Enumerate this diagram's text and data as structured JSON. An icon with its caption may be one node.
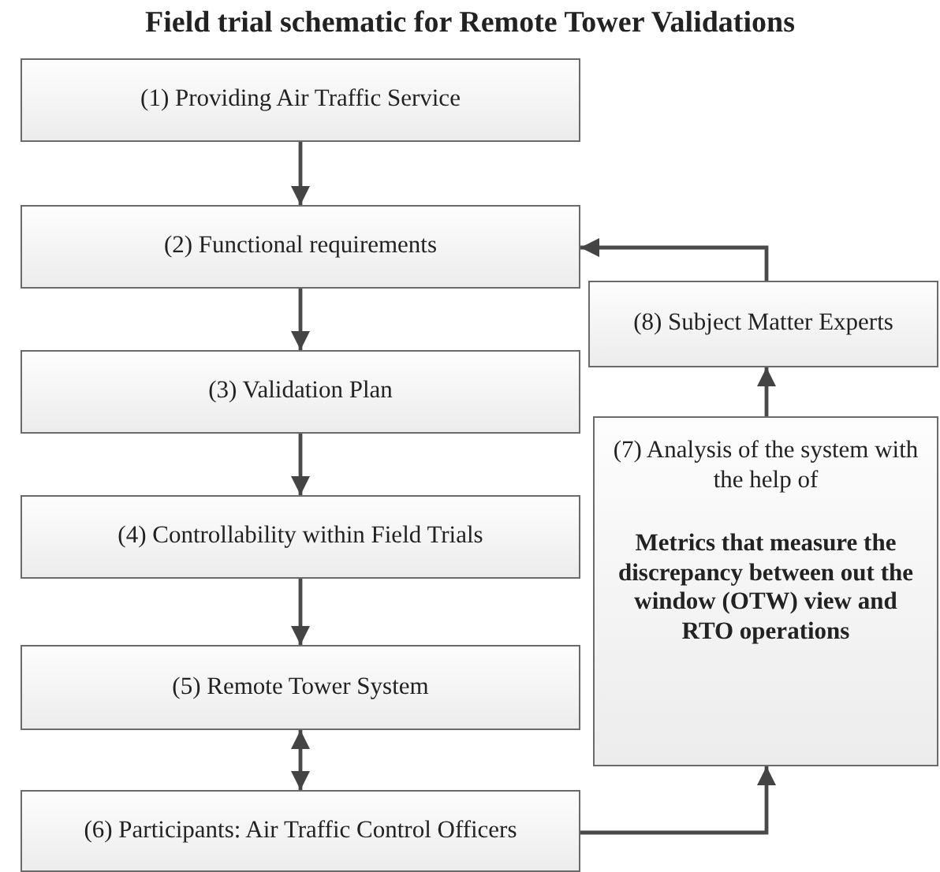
{
  "diagram": {
    "title": "Field trial schematic for Remote Tower Validations",
    "nodes": [
      {
        "text": [
          "(1) Providing Air Traffic Service"
        ]
      },
      {
        "text": [
          "(2) Functional requirements"
        ]
      },
      {
        "text": [
          "(3) Validation Plan"
        ]
      },
      {
        "text": [
          "(4) Controllability within Field Trials"
        ]
      },
      {
        "text": [
          "(5) Remote Tower System"
        ]
      },
      {
        "text": [
          "(6) Participants: Air Traffic Control Officers"
        ]
      },
      {
        "text": [
          "(7) Analysis of the system with the help of",
          "Metrics that measure the discrepancy between out the window (OTW) view and RTO operations"
        ]
      },
      {
        "text": [
          "(8) Subject Matter Experts"
        ]
      }
    ],
    "edges": [
      {
        "from": 0,
        "to": 1,
        "arrow": "to"
      },
      {
        "from": 1,
        "to": 2,
        "arrow": "to"
      },
      {
        "from": 2,
        "to": 3,
        "arrow": "to"
      },
      {
        "from": 3,
        "to": 4,
        "arrow": "to"
      },
      {
        "from": 4,
        "to": 5,
        "arrow": "both"
      },
      {
        "from": 5,
        "to": 6,
        "arrow": "to"
      },
      {
        "from": 6,
        "to": 7,
        "arrow": "to"
      },
      {
        "from": 7,
        "to": 1,
        "arrow": "to"
      }
    ]
  }
}
